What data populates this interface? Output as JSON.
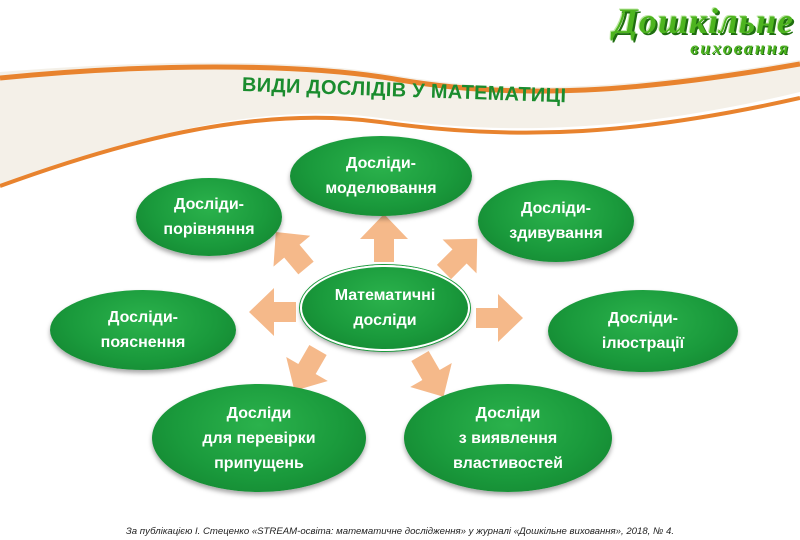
{
  "header": {
    "logo_main": "Дошкільне",
    "logo_sub": "виховання",
    "title": "ВИДИ ДОСЛІДІВ У МАТЕМАТИЦІ"
  },
  "diagram": {
    "center": "Математичні\nдосліди",
    "nodes": {
      "modeling": "Досліди-\nмоделювання",
      "comparison": "Досліди-\nпорівняння",
      "surprise": "Досліди-\nздивування",
      "explanation": "Досліди-\nпояснення",
      "illustration": "Досліди-\nілюстрації",
      "hypothesis": "Досліди\nдля перевірки\nприпущень",
      "properties": "Досліди\nз виявлення\nвластивостей"
    }
  },
  "footnote": "За публікацією І. Стеценко «STREAM-освіта: математичне дослідження» у журналі «Дошкільне виховання», 2018, № 4.",
  "colors": {
    "node_green": "#1a9a3c",
    "title_green": "#1a8c2e",
    "arrow_peach": "#f5b98a",
    "banner_orange": "#e8832e",
    "banner_fill": "#f4f0e8"
  }
}
